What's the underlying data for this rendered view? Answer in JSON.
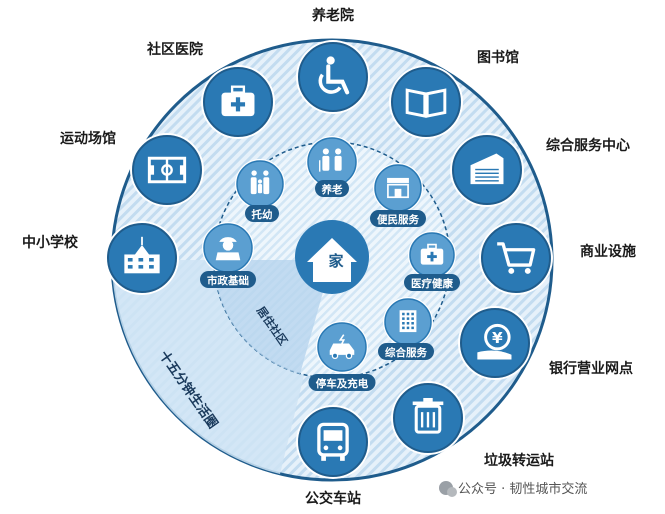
{
  "center": {
    "label": "家"
  },
  "ring_labels": {
    "inner": "居住社区",
    "outer": "十五分钟生活圈"
  },
  "inner_services": [
    {
      "id": "eldercare",
      "label": "养老",
      "icon": "elderly-couple-icon"
    },
    {
      "id": "convenience",
      "label": "便民服务",
      "icon": "store-icon"
    },
    {
      "id": "health",
      "label": "医疗健康",
      "icon": "medical-kit-icon"
    },
    {
      "id": "integrated",
      "label": "综合服务",
      "icon": "building-icon"
    },
    {
      "id": "parking",
      "label": "停车及充电",
      "icon": "ev-car-icon"
    },
    {
      "id": "municipal",
      "label": "市政基础",
      "icon": "worker-icon"
    },
    {
      "id": "childcare",
      "label": "托幼",
      "icon": "family-icon"
    }
  ],
  "outer_facilities": [
    {
      "id": "elderly-home",
      "label": "养老院",
      "icon": "wheelchair-icon"
    },
    {
      "id": "library",
      "label": "图书馆",
      "icon": "book-icon"
    },
    {
      "id": "service-center",
      "label": "综合服务中心",
      "icon": "office-building-icon"
    },
    {
      "id": "commerce",
      "label": "商业设施",
      "icon": "shopping-cart-icon"
    },
    {
      "id": "bank",
      "label": "银行营业网点",
      "icon": "yen-hand-icon"
    },
    {
      "id": "waste",
      "label": "垃圾转运站",
      "icon": "trash-can-icon"
    },
    {
      "id": "bus",
      "label": "公交车站",
      "icon": "bus-icon"
    },
    {
      "id": "school",
      "label": "中小学校",
      "icon": "school-icon"
    },
    {
      "id": "sports",
      "label": "运动场馆",
      "icon": "sports-field-icon"
    },
    {
      "id": "clinic",
      "label": "社区医院",
      "icon": "medical-kit-icon"
    }
  ],
  "footer": {
    "text": "公众号 · 韧性城市交流"
  },
  "colors": {
    "dark_blue": "#1f5c8c",
    "mid_blue": "#2a79b4",
    "light_blue": "#5b9fd1",
    "pale_blue": "#d9ecf8",
    "stripe": "#b8d6ee",
    "label_text": "#1a1a1a"
  }
}
